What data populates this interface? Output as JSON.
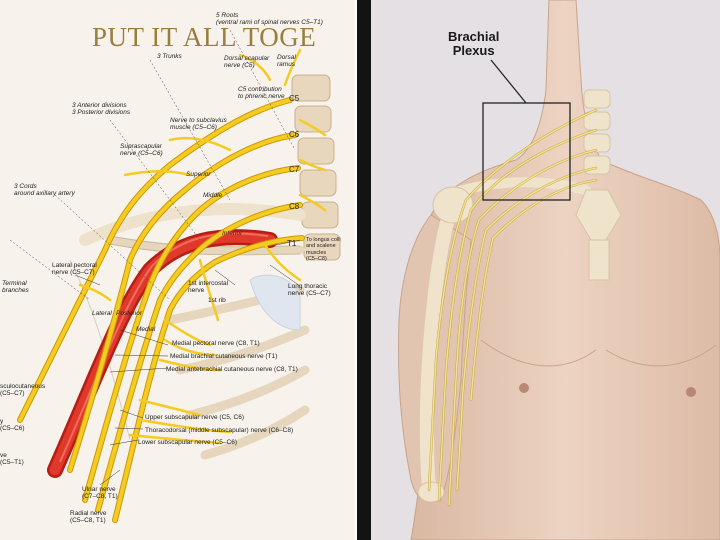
{
  "title": "PUT IT ALL TOGE",
  "left_labels": {
    "roots": "5 Roots\n(ventral rami of spinal nerves C5–T1)",
    "trunks": "3 Trunks",
    "dorsal_scapular": "Dorsal scapular\nnerve (C5)",
    "dorsal_ramus": "Dorsal\nramus",
    "c5_contribution": "C5 contribution\nto phrenic nerve",
    "divisions": "3 Anterior divisions\n3 Posterior divisions",
    "subclavius": "Nerve to subclavius\nmuscle (C5–C6)",
    "suprascapular": "Suprascapular\nnerve (C5–C6)",
    "superior": "Superior",
    "middle": "Middle",
    "inferior": "Inferior",
    "cords": "3 Cords\naround axillary artery",
    "c5": "C5",
    "c6": "C6",
    "c7": "C7",
    "c8": "C8",
    "t1": "T1",
    "longus_colli": "To longus colli\nand scalene\nmuscles\n(C5–C8)",
    "lateral_pectoral": "Lateral pectoral\nnerve (C5–C7)",
    "first_intercostal": "1st intercostal\nnerve",
    "first_rib": "1st rib",
    "long_thoracic": "Long thoracic\nnerve (C5–C7)",
    "terminal_branches": "Terminal\nbranches",
    "lateral": "Lateral",
    "posterior": "Posterior",
    "medial": "Medial",
    "medial_pectoral": "Medial pectoral nerve (C8, T1)",
    "medial_brachial": "Medial brachial cutaneous nerve (T1)",
    "medial_antebrachial": "Medial antebrachial cutaneous nerve (C8, T1)",
    "musculocutaneous": "sculocutaneous\n(C5–C7)",
    "axillary": "y\n(C5–C6)",
    "median": "ve\n(C5–T1)",
    "upper_subscapular": "Upper subscapular nerve (C5, C6)",
    "thoracodorsal": "Thoracodorsal (middle subscapular) nerve (C6–C8)",
    "lower_subscapular": "Lower subscapular nerve (C5–C6)",
    "ulnar": "Ulnar nerve\n(C7–C8, T1)",
    "radial": "Radial nerve\n(C5–C8, T1)"
  },
  "right_labels": {
    "brachial_plexus": "Brachial\nPlexus"
  },
  "colors": {
    "nerve": "#f2c419",
    "nerve_dark": "#c99a06",
    "artery": "#d8261c",
    "bone": "#ecdcc3",
    "skin": "#e8cdbb",
    "title": "#9a7e3f"
  }
}
